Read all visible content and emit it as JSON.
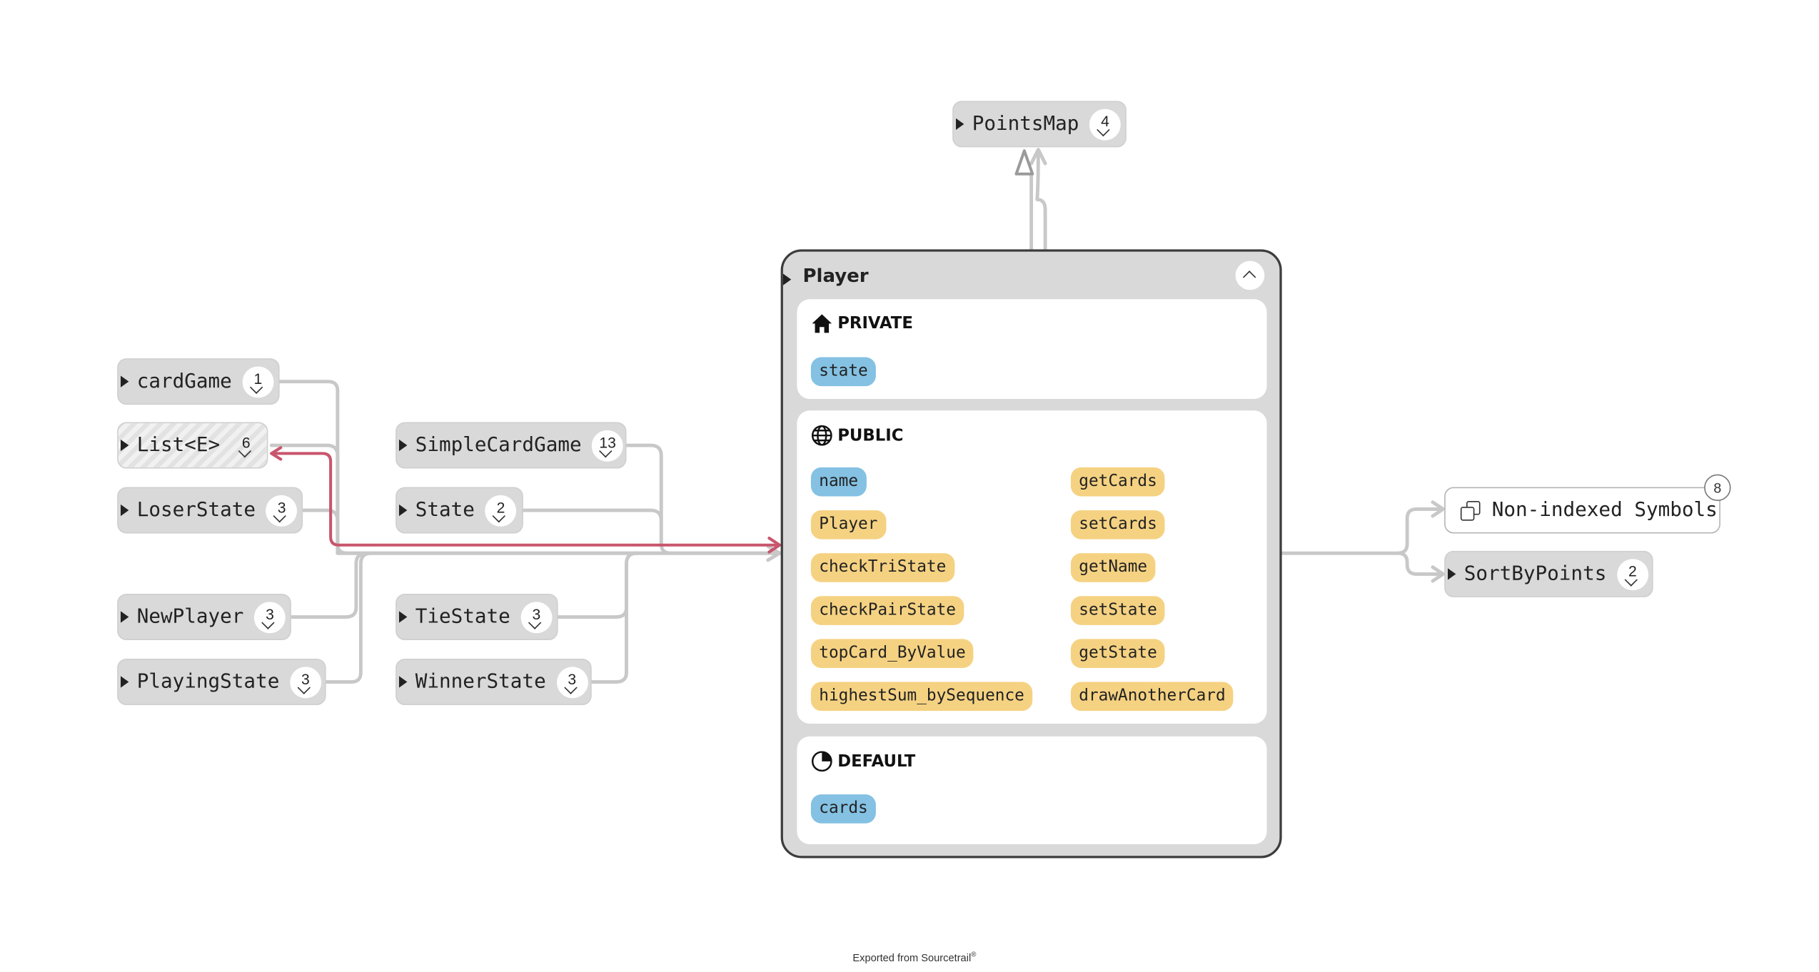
{
  "nodes": {
    "points_map": {
      "label": "PointsMap",
      "count": "4"
    },
    "card_game": {
      "label": "cardGame",
      "count": "1"
    },
    "list_e": {
      "label": "List<E>",
      "count": "6"
    },
    "loser_state": {
      "label": "LoserState",
      "count": "3"
    },
    "new_player": {
      "label": "NewPlayer",
      "count": "3"
    },
    "playing_state": {
      "label": "PlayingState",
      "count": "3"
    },
    "simple_card_game": {
      "label": "SimpleCardGame",
      "count": "13"
    },
    "state": {
      "label": "State",
      "count": "2"
    },
    "tie_state": {
      "label": "TieState",
      "count": "3"
    },
    "winner_state": {
      "label": "WinnerState",
      "count": "3"
    },
    "non_indexed": {
      "label": "Non-indexed Symbols",
      "count": "8"
    },
    "sort_by_points": {
      "label": "SortByPoints",
      "count": "2"
    }
  },
  "player": {
    "title": "Player",
    "private": {
      "heading": "PRIVATE",
      "fields": [
        "state"
      ]
    },
    "public": {
      "heading": "PUBLIC",
      "left": [
        "name",
        "Player",
        "checkTriState",
        "checkPairState",
        "topCard_ByValue",
        "highestSum_bySequence"
      ],
      "right": [
        "getCards",
        "setCards",
        "getName",
        "setState",
        "getState",
        "drawAnotherCard"
      ]
    },
    "default": {
      "heading": "DEFAULT",
      "fields": [
        "cards"
      ]
    }
  },
  "footer": {
    "text": "Exported from Sourcetrail",
    "mark": "®"
  },
  "colors": {
    "node_bg": "#d9d9d9",
    "edge": "#c8c8c8",
    "highlight_edge": "#c8566d",
    "field": "#84c1e3",
    "function": "#f5d282",
    "player_border": "#3d3d3d"
  }
}
